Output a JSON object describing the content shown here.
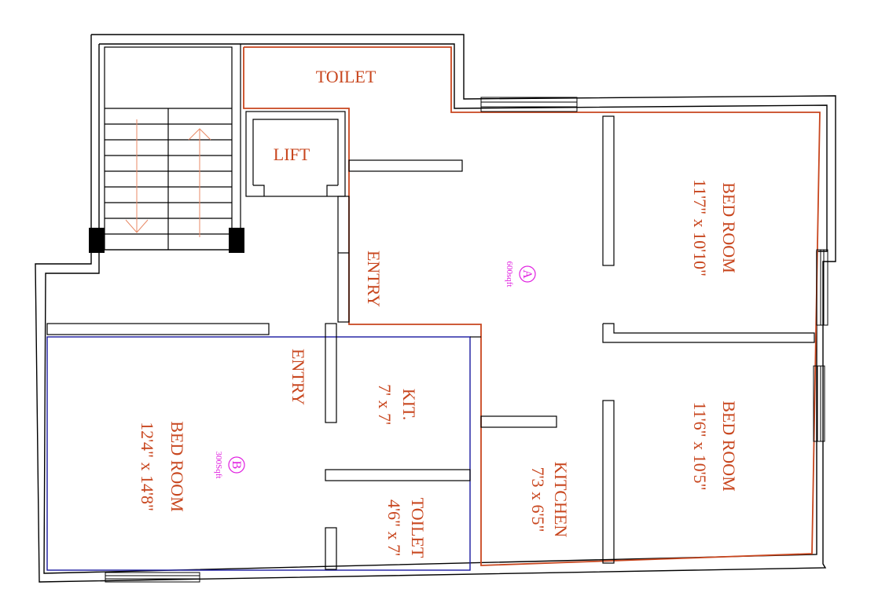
{
  "labels": {
    "toilet_top": "TOILET",
    "lift": "LIFT",
    "entry_a": "ENTRY",
    "entry_b": "ENTRY",
    "bedroom_a1_name": "BED ROOM",
    "bedroom_a1_size": "11'7\" x 10'10\"",
    "bedroom_a2_name": "BED ROOM",
    "bedroom_a2_size": "11'6\" x 10'5\"",
    "kitchen_a_name": "KITCHEN",
    "kitchen_a_size": "7'3 x 6'5\"",
    "kit_b_name": "KIT.",
    "kit_b_size": "7' x 7'",
    "toilet_b_name": "TOILET",
    "toilet_b_size": "4'6\" x 7'",
    "bedroom_b_name": "BED ROOM",
    "bedroom_b_size": "12'4\" x 14'8\""
  },
  "units": {
    "a": {
      "letter": "A",
      "area": "600sqft"
    },
    "b": {
      "letter": "B",
      "area": "300Sqft"
    }
  },
  "colors": {
    "wall": "#000000",
    "unit_a_outline": "#c8461e",
    "unit_b_outline": "#1a1aa0",
    "label": "#c8461e",
    "unit_marker": "#e020e0"
  }
}
